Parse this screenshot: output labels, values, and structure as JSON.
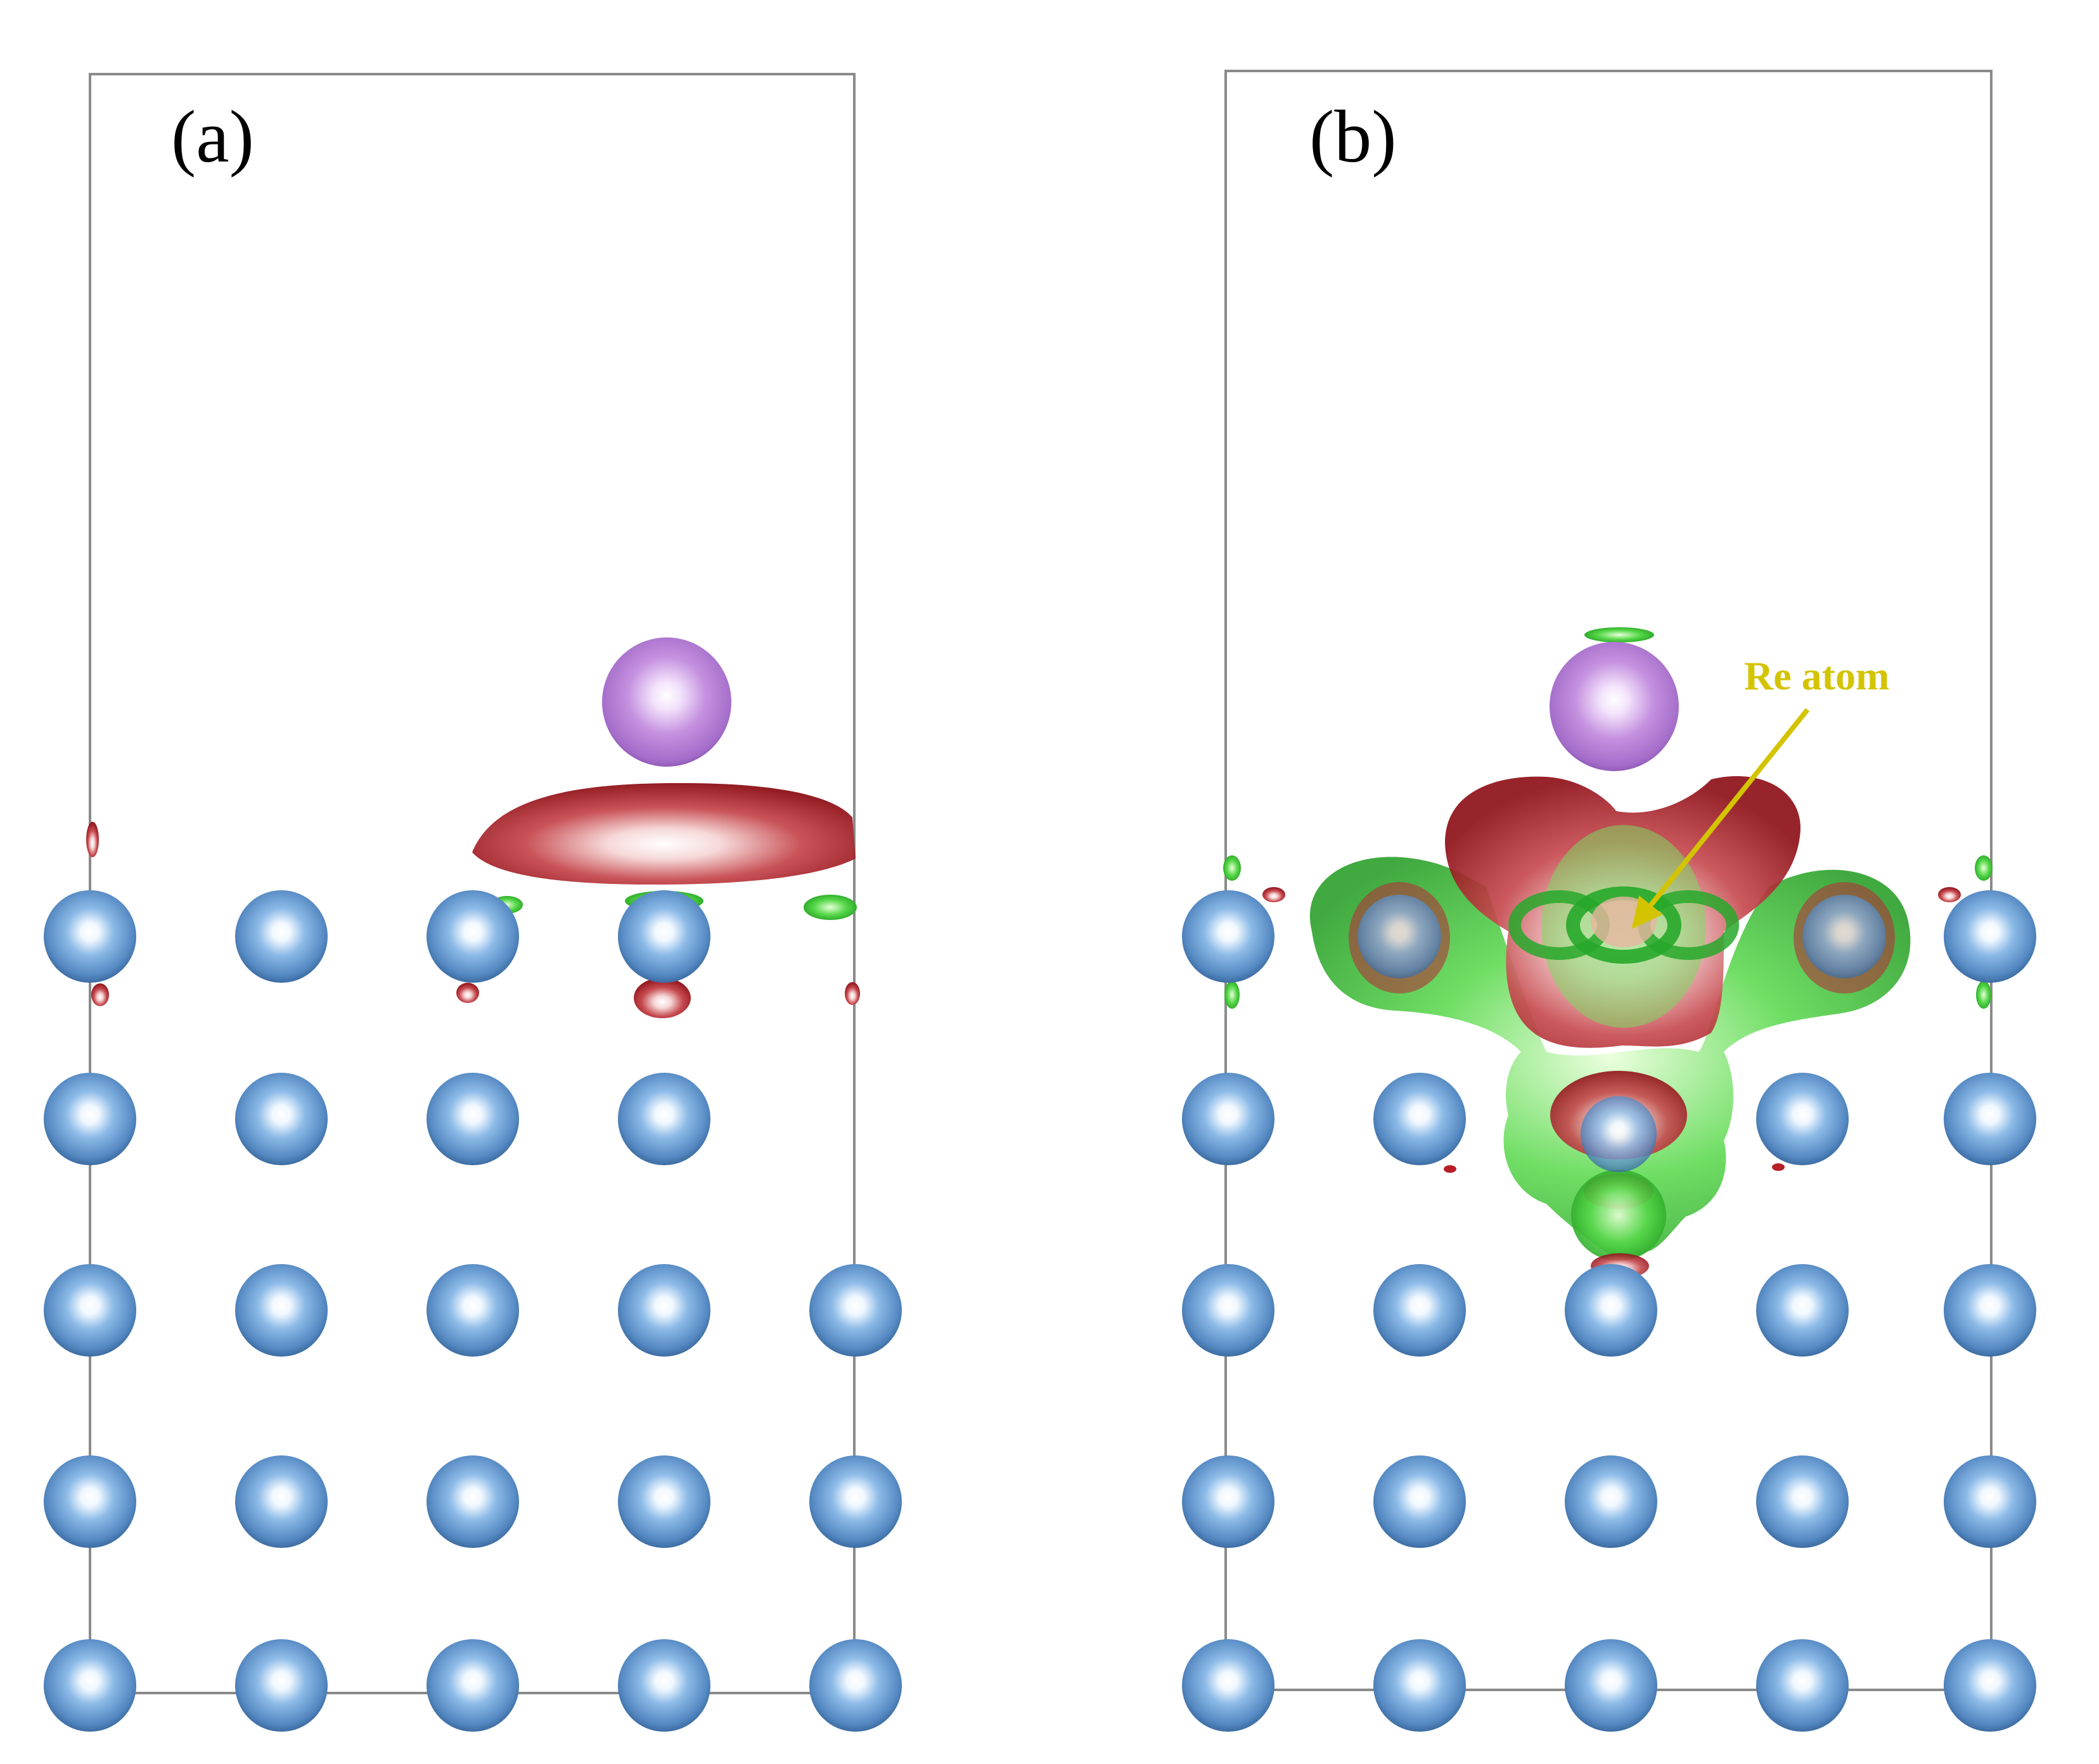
{
  "panels": [
    {
      "label": "(a)"
    },
    {
      "label": "(b)"
    }
  ],
  "annotation": {
    "text": "Re atom"
  },
  "colors": {
    "substrate_atom": "#5b8fc8",
    "adatom": "#b57fd6",
    "charge_accumulation": "#b81e26",
    "charge_depletion": "#2fc22a",
    "annotation": "#d4c400",
    "cell_outline": "#8a8a8a"
  }
}
